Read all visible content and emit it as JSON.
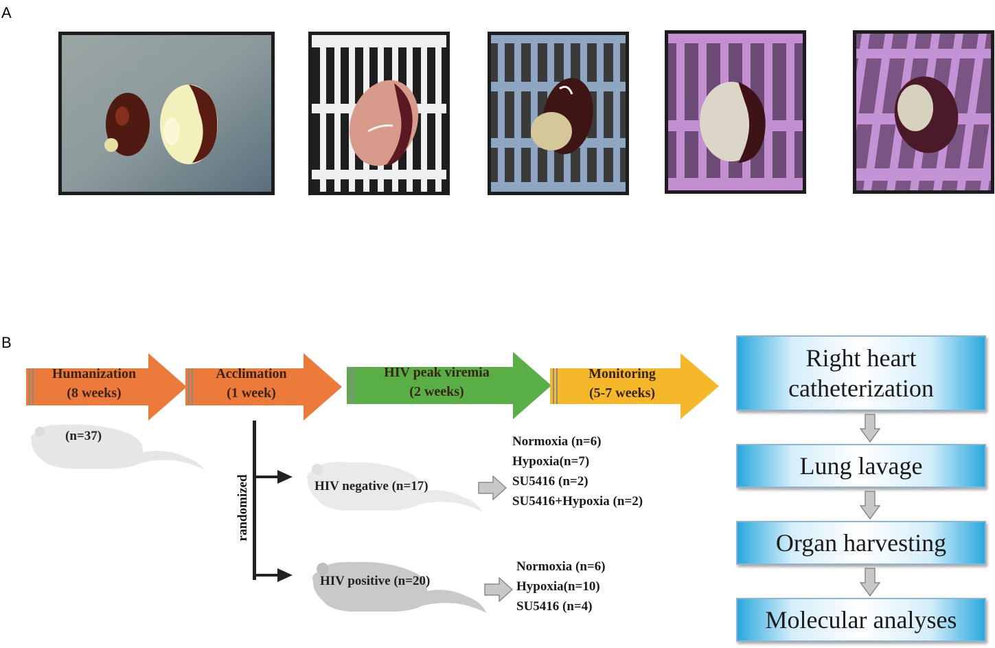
{
  "panel_labels": {
    "a": "A",
    "b": "B"
  },
  "timeline": [
    {
      "line1": "Humanization",
      "line2": "(8 weeks)",
      "color": "#ec7a3b"
    },
    {
      "line1": "Acclimation",
      "line2": "(1 week)",
      "color": "#ec7a3b"
    },
    {
      "line1": "HIV peak viremia",
      "line2": "(2 weeks)",
      "color": "#5aae46"
    },
    {
      "line1": "Monitoring",
      "line2": "(5-7 weeks)",
      "color": "#f5b82a"
    }
  ],
  "cohort": {
    "label": "(n=37)"
  },
  "randomized": "randomized",
  "groups": {
    "negative": {
      "label": "HIV negative (n=17)",
      "arms": [
        "Normoxia (n=6)",
        "Hypoxia(n=7)",
        "SU5416 (n=2)",
        "SU5416+Hypoxia (n=2)"
      ]
    },
    "positive": {
      "label": "HIV positive (n=20)",
      "arms": [
        "Normoxia (n=6)",
        "Hypoxia(n=10)",
        "SU5416 (n=4)"
      ]
    }
  },
  "procedure_steps": [
    {
      "line1": "Right heart",
      "line2": "catheterization"
    },
    {
      "line1": "Lung lavage",
      "line2": ""
    },
    {
      "line1": "Organ harvesting",
      "line2": ""
    },
    {
      "line1": "Molecular analyses",
      "line2": ""
    }
  ]
}
